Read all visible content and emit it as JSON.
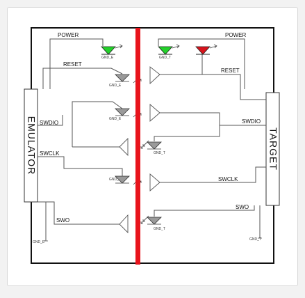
{
  "labels": {
    "emulator": "EMULATOR",
    "target": "TARGET",
    "power_left": "POWER",
    "power_right": "POWER",
    "reset_left": "RESET",
    "reset_right": "RESET",
    "swdio_left": "SWDIO",
    "swdio_right": "SWDIO",
    "swclk_left": "SWCLK",
    "swclk_right": "SWCLK",
    "swo_left": "SWO",
    "swo_right": "SWO"
  },
  "ground_labels": {
    "gnd_e": "GND_E",
    "gnd_t": "GND_T"
  },
  "colors": {
    "isolation_bar": "#e8141c",
    "led_green": "#23d12a",
    "led_red": "#d8141c",
    "diode_gray": "#9a9a9a"
  },
  "icons": [
    "led-green-icon",
    "led-red-icon",
    "opto-emitter-icon",
    "buffer-triangle-icon",
    "ground-icon"
  ]
}
